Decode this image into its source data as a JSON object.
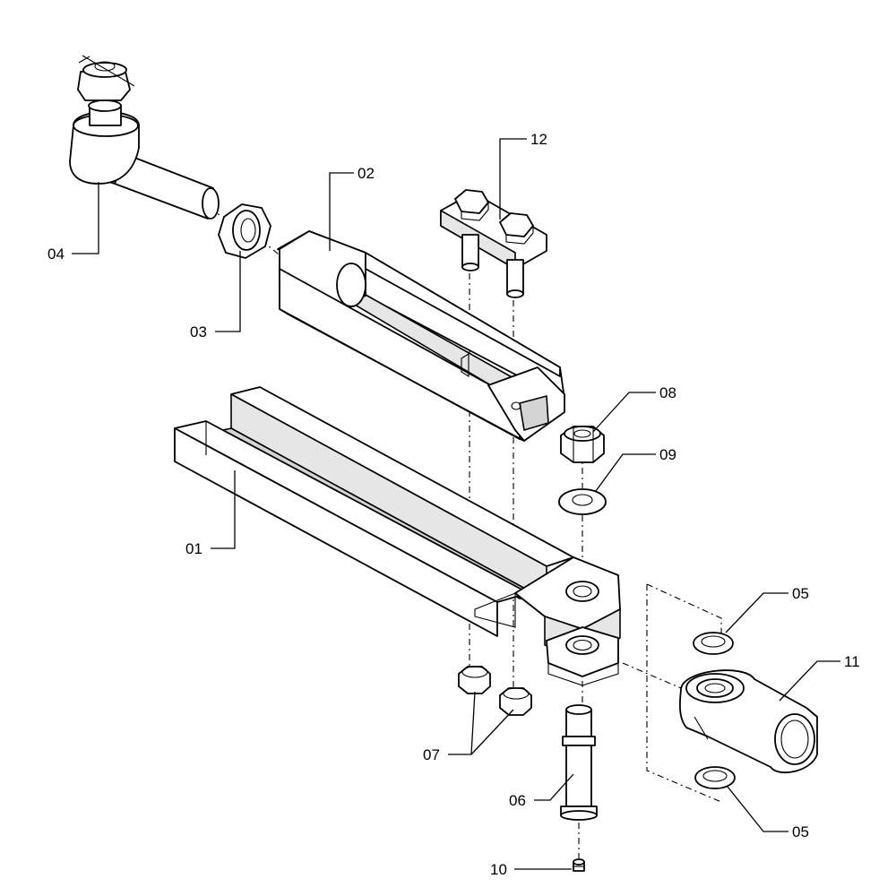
{
  "callouts": {
    "c01": "01",
    "c02": "02",
    "c03": "03",
    "c04": "04",
    "c05a": "05",
    "c05b": "05",
    "c06": "06",
    "c07": "07",
    "c08": "08",
    "c09": "09",
    "c10": "10",
    "c11": "11",
    "c12": "12"
  }
}
